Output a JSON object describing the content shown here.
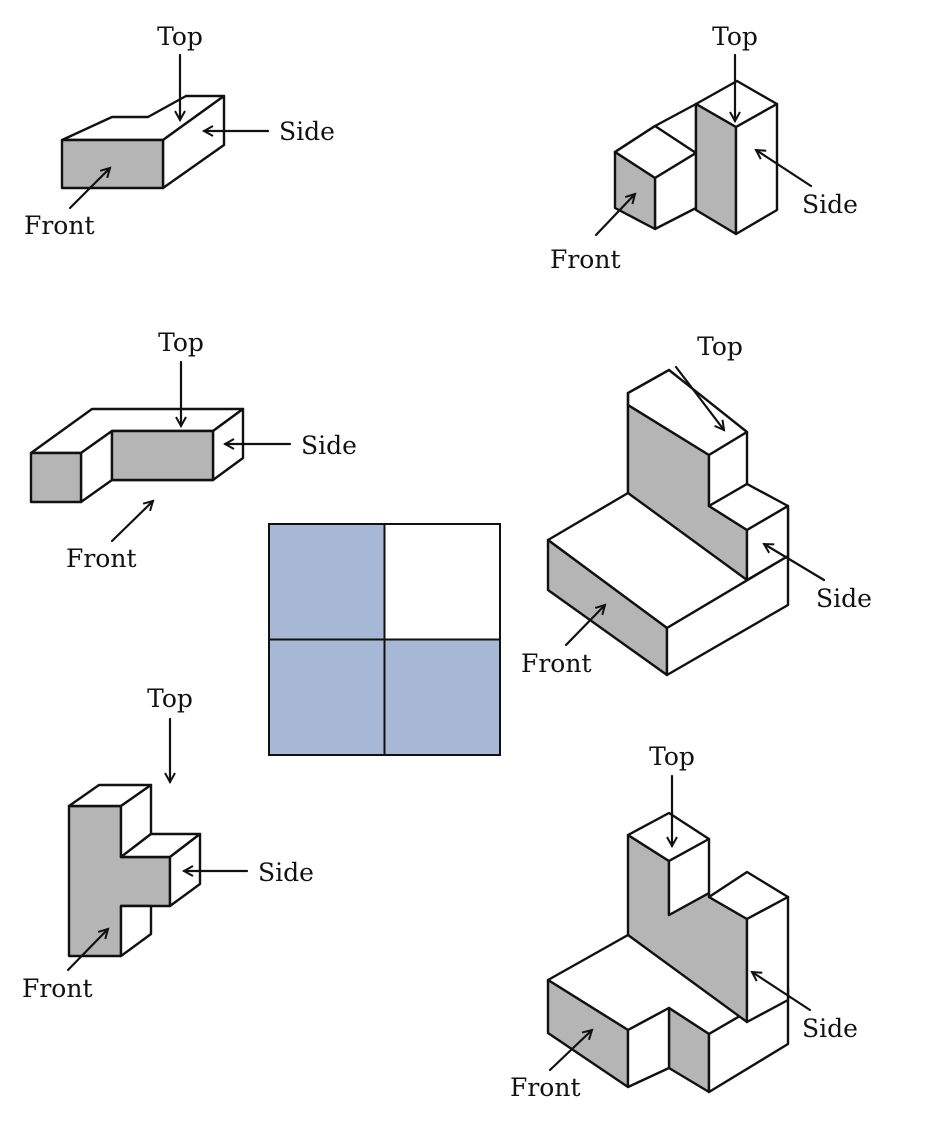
{
  "labels": {
    "top": "Top",
    "side": "Side",
    "front": "Front"
  },
  "grid": {
    "rows": 2,
    "cols": 2,
    "cells": [
      {
        "row": 1,
        "col": 1,
        "filled": true
      },
      {
        "row": 1,
        "col": 2,
        "filled": false
      },
      {
        "row": 2,
        "col": 1,
        "filled": true
      },
      {
        "row": 2,
        "col": 2,
        "filled": true
      }
    ]
  },
  "colors": {
    "grid_fill": "#a6b8d6",
    "grid_empty": "#ffffff",
    "face_shade": "#b5b5b5",
    "line": "#111111"
  }
}
